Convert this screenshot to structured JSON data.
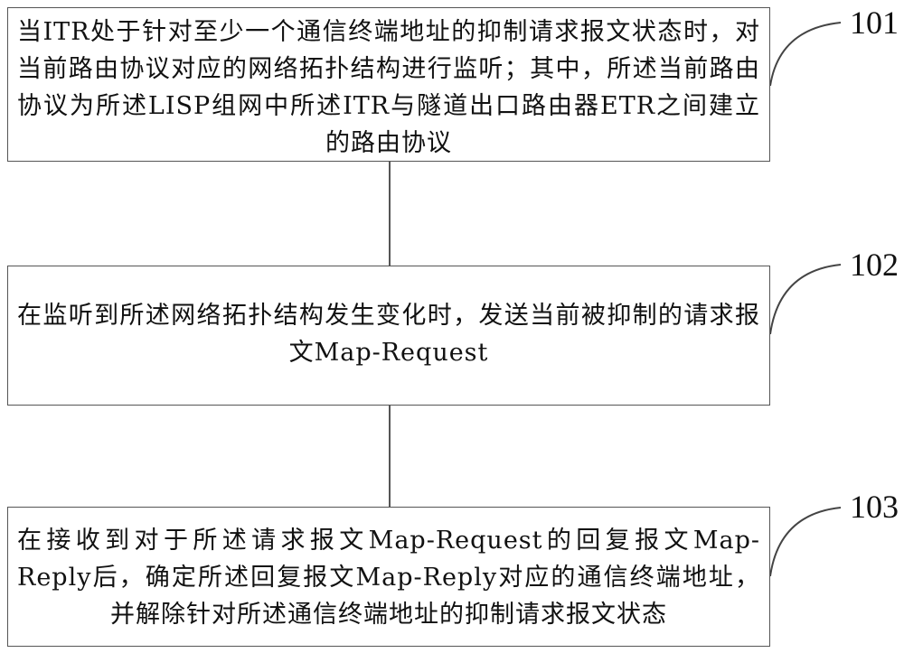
{
  "steps": [
    {
      "id": "101",
      "text": "当ITR处于针对至少一个通信终端地址的抑制请求报文状态时，对当前路由协议对应的网络拓扑结构进行监听；其中，所述当前路由协议为所述LISP组网中所述ITR与隧道出口路由器ETR之间建立的路由协议"
    },
    {
      "id": "102",
      "text": "在监听到所述网络拓扑结构发生变化时，发送当前被抑制的请求报文Map-Request"
    },
    {
      "id": "103",
      "text": "在接收到对于所述请求报文Map-Request的回复报文Map-Reply后，确定所述回复报文Map-Reply对应的通信终端地址，并解除针对所述通信终端地址的抑制请求报文状态"
    }
  ],
  "colors": {
    "line": "#555555",
    "text": "#111111",
    "background": "#ffffff"
  }
}
